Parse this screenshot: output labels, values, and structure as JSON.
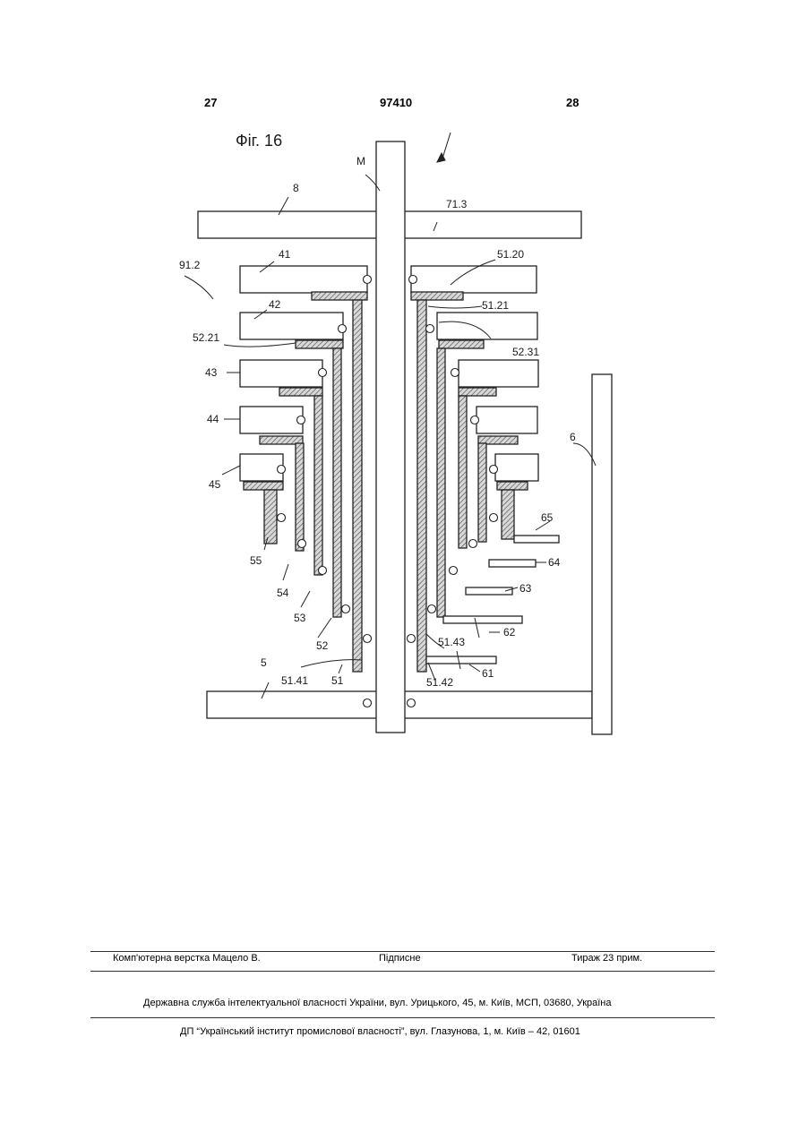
{
  "header": {
    "page_left": "27",
    "patent_number": "97410",
    "page_right": "28"
  },
  "figure": {
    "title": "Фіг. 16",
    "labels": {
      "m": "M",
      "l8": "8",
      "l713": "71.3",
      "l912": "91.2",
      "l41": "41",
      "l5120": "51.20",
      "l42": "42",
      "l5121": "51.21",
      "l5221": "52.21",
      "l5231": "52.31",
      "l43": "43",
      "l44": "44",
      "l45": "45",
      "l6": "6",
      "l65": "65",
      "l55": "55",
      "l64": "64",
      "l54": "54",
      "l63": "63",
      "l53": "53",
      "l5143": "51.43",
      "l62": "62",
      "l52": "52",
      "l5": "5",
      "l61": "61",
      "l5141": "51.41",
      "l51": "51",
      "l5142": "51.42"
    }
  },
  "footer": {
    "layout": "Комп'ютерна верстка Мацело В.",
    "signed": "Підписне",
    "circulation": "Тираж 23 прим.",
    "office": "Державна служба інтелектуальної власності України, вул. Урицького, 45, м. Київ, МСП, 03680, Україна",
    "institute": "ДП “Український інститут промислової власності”, вул. Глазунова, 1, м. Київ – 42, 01601"
  }
}
